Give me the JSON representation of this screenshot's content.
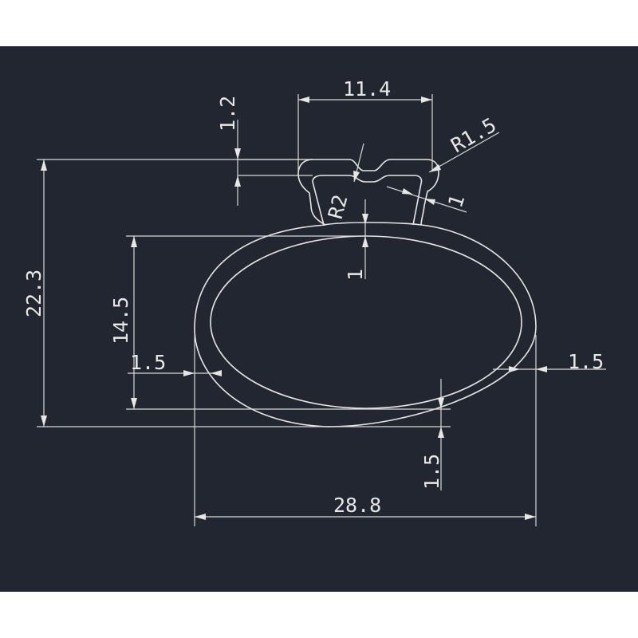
{
  "colors": {
    "background": "#212630",
    "page": "#ffffff",
    "lines": "#d8d8d8"
  },
  "dimensions": {
    "top_width": "11.4",
    "top_thickness": "1.2",
    "corner_radius": "R1.5",
    "neck_radius": "R2",
    "neck_wall": "1",
    "total_height": "22.3",
    "inner_height": "14.5",
    "top_wall": "1",
    "left_wall": "1.5",
    "right_wall": "1.5",
    "bottom_wall": "1.5",
    "total_width": "28.8"
  }
}
